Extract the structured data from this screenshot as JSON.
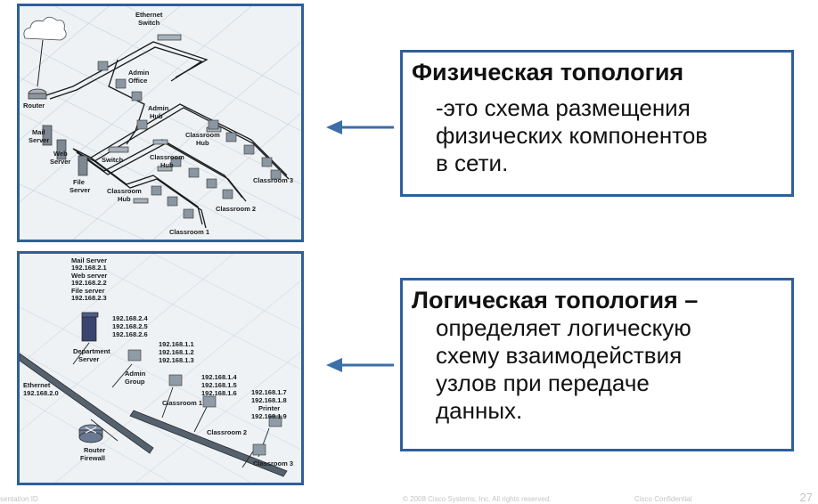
{
  "physical": {
    "title": "Физическая топология",
    "lines": [
      "-это схема размещения",
      "физических компонентов",
      "в сети."
    ],
    "diagram_labels": {
      "ethernet_switch_1": "Ethernet",
      "ethernet_switch_2": "Switch",
      "router": "Router",
      "admin_office_1": "Admin",
      "admin_office_2": "Office",
      "admin_hub_1": "Admin",
      "admin_hub_2": "Hub",
      "mail_server_1": "Mail",
      "mail_server_2": "Server",
      "web_server_1": "Web",
      "web_server_2": "Server",
      "file_server_1": "File",
      "file_server_2": "Server",
      "switch": "Switch",
      "classroom_hub_a1": "Classroom",
      "classroom_hub_a2": "Hub",
      "classroom_hub_b1": "Classroom",
      "classroom_hub_b2": "Hub",
      "classroom_hub_c1": "Classroom",
      "classroom_hub_c2": "Hub",
      "classroom3": "Classroom 3",
      "classroom2": "Classroom 2",
      "classroom1": "Classroom 1"
    }
  },
  "logical": {
    "title": "Логическая топология –",
    "lines": [
      "определяет логическую",
      "схему взаимодействия",
      "узлов при передаче",
      "данных."
    ],
    "diagram_labels": {
      "mail_server": "Mail Server",
      "mail_ip": "192.168.2.1",
      "web_server": "Web server",
      "web_ip": "192.168.2.2",
      "file_server": "File server",
      "file_ip": "192.168.2.3",
      "dept_ip1": "192.168.2.4",
      "dept_ip2": "192.168.2.5",
      "dept_ip3": "192.168.2.6",
      "dept_server_1": "Department",
      "dept_server_2": "Server",
      "admin_ip1": "192.168.1.1",
      "admin_ip2": "192.168.1.2",
      "admin_ip3": "192.168.1.3",
      "admin_group_1": "Admin",
      "admin_group_2": "Group",
      "ethernet": "Ethernet",
      "ethernet_ip": "192.168.2.0",
      "c1_ip1": "192.168.1.4",
      "c1_ip2": "192.168.1.5",
      "c1_ip3": "192.168.1.6",
      "classroom1": "Classroom 1",
      "printer_ip1": "192.168.1.7",
      "printer_ip2": "192.168.1.8",
      "printer": "Printer",
      "printer_ip3": "192.168.1.9",
      "classroom2": "Classroom 2",
      "router_1": "Router",
      "router_2": "Firewall",
      "classroom3": "Classroom 3"
    }
  },
  "footer": {
    "left": "sentation ID",
    "center": "© 2008 Cisco Systems, Inc. All rights reserved.",
    "right": "Cisco Confidential",
    "page": "27"
  },
  "colors": {
    "border": "#2e5f9c",
    "arrow": "#3c6ea8"
  }
}
